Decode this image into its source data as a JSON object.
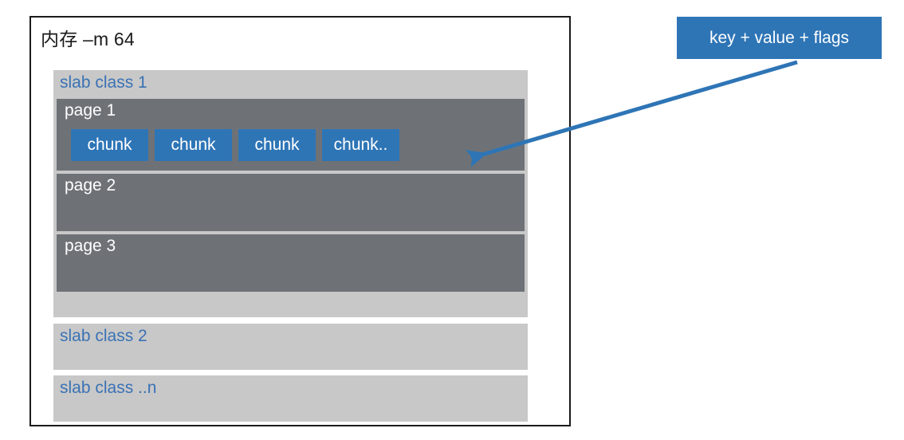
{
  "diagram": {
    "memory_frame": {
      "title": "内存 –m 64",
      "border_color": "#1a1a1a"
    },
    "slab_classes": [
      {
        "label": "slab class 1",
        "pages": [
          {
            "label": "page 1",
            "chunks": [
              "chunk",
              "chunk",
              "chunk",
              "chunk.."
            ]
          },
          {
            "label": "page 2",
            "chunks": []
          },
          {
            "label": "page 3",
            "chunks": []
          }
        ]
      },
      {
        "label": "slab class 2",
        "pages": []
      },
      {
        "label": "slab class ..n",
        "pages": []
      }
    ],
    "callout": {
      "label": "key + value + flags",
      "points_to": "chunk.."
    },
    "colors": {
      "slab_background": "#c8c8c8",
      "slab_label_text": "#3a72b5",
      "page_background": "#6e7277",
      "page_label_text": "#ffffff",
      "chunk_background": "#2e75b6",
      "chunk_text": "#ffffff",
      "callout_background": "#2e75b6",
      "callout_text": "#ffffff",
      "arrow": "#2e75b6",
      "canvas": "#ffffff"
    }
  }
}
